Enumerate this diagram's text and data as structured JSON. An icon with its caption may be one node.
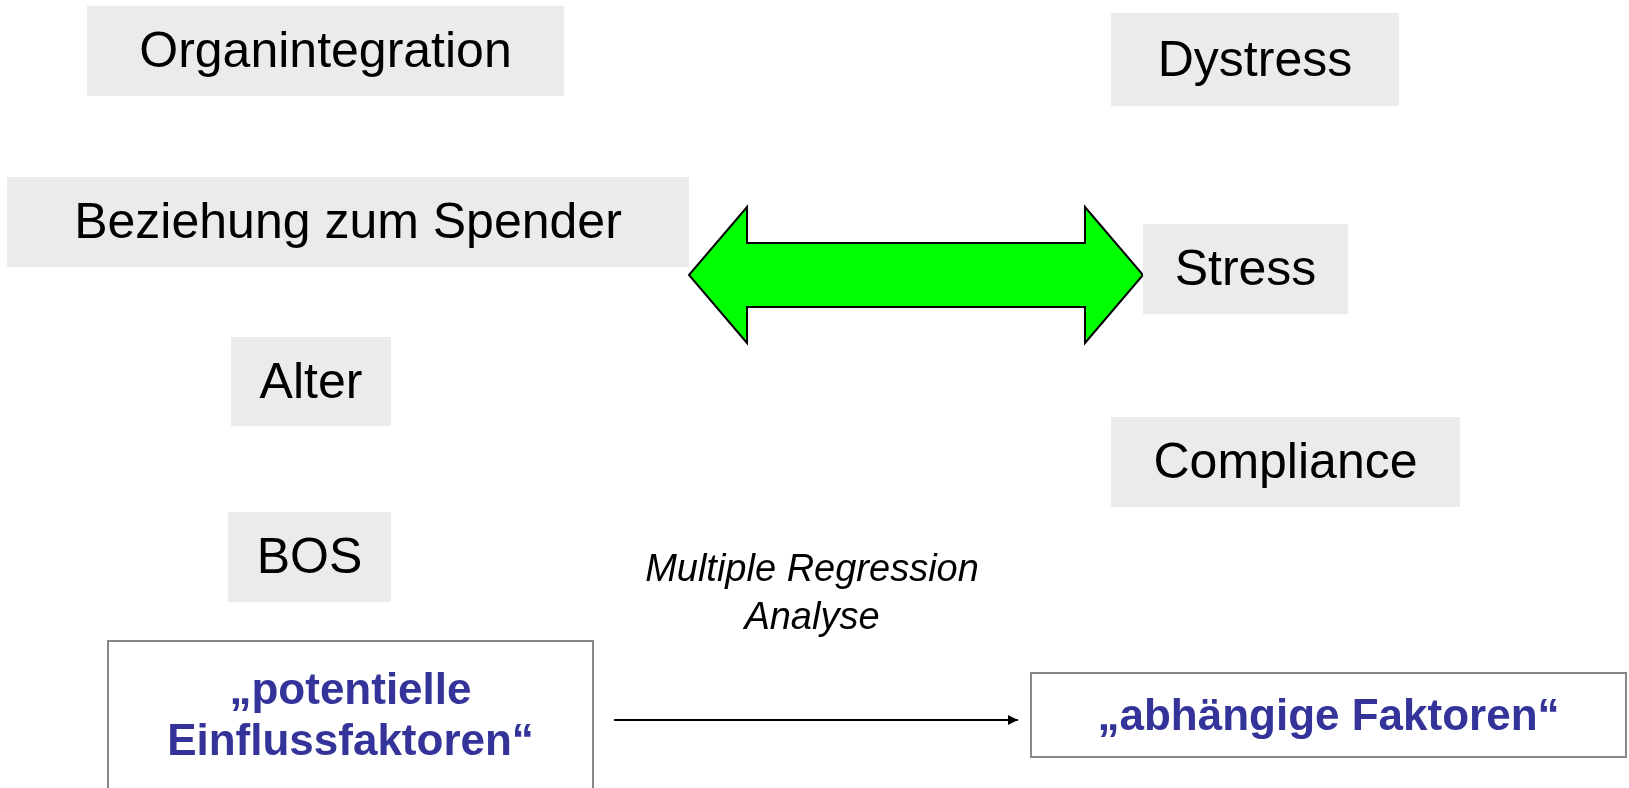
{
  "diagram": {
    "nodes": [
      {
        "text": [
          "Organintegration"
        ]
      },
      {
        "text": [
          "Beziehung zum Spender"
        ]
      },
      {
        "text": [
          "Alter"
        ]
      },
      {
        "text": [
          "BOS"
        ]
      },
      {
        "text": [
          "„potentielle Einflussfaktoren“"
        ]
      },
      {
        "text": [
          "Dystress"
        ]
      },
      {
        "text": [
          "Stress"
        ]
      },
      {
        "text": [
          "Compliance"
        ]
      },
      {
        "text": [
          "„abhängige Faktoren“"
        ]
      }
    ],
    "edges": [
      {
        "from": 1,
        "to": 6,
        "arrow": "both",
        "style": "thick",
        "color": "#00ff00"
      },
      {
        "from": 4,
        "to": 8,
        "arrow": "to",
        "label": "Multiple Regression Analyse"
      }
    ]
  }
}
